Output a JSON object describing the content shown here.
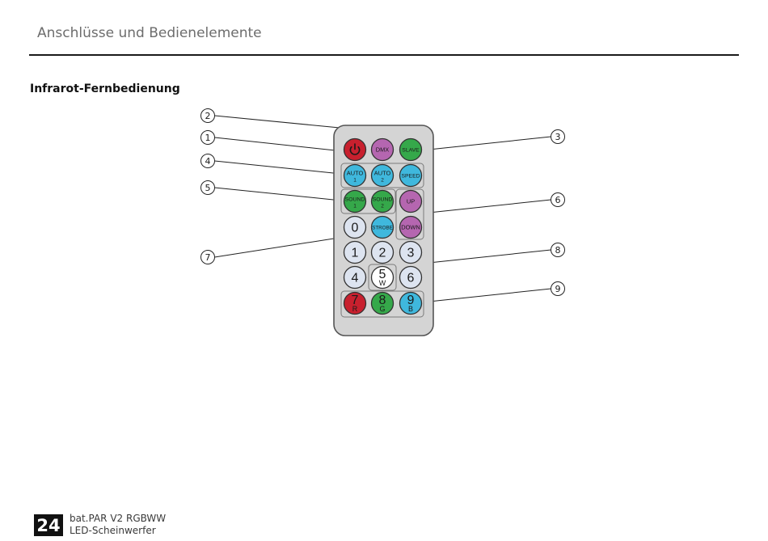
{
  "header": {
    "title": "Anschlüsse und Bedienelemente"
  },
  "section": {
    "title": "Infrarot-Fernbedienung"
  },
  "remote": {
    "buttons": [
      {
        "id": "power",
        "main": "",
        "sub": "",
        "icon": "power-icon",
        "color": "#c8202e"
      },
      {
        "id": "dmx",
        "main": "DMX",
        "sub": "",
        "color": "#b566b0"
      },
      {
        "id": "slave",
        "main": "SLAVE",
        "sub": "",
        "color": "#35a84a"
      },
      {
        "id": "auto1",
        "main": "AUTO",
        "sub": "1",
        "color": "#3fb8dd"
      },
      {
        "id": "auto2",
        "main": "AUTO",
        "sub": "2",
        "color": "#3fb8dd"
      },
      {
        "id": "speed",
        "main": "SPEED",
        "sub": "",
        "color": "#3fb8dd"
      },
      {
        "id": "sound1",
        "main": "SOUND",
        "sub": "1",
        "color": "#35a84a"
      },
      {
        "id": "sound2",
        "main": "SOUND",
        "sub": "2",
        "color": "#35a84a"
      },
      {
        "id": "up",
        "main": "UP",
        "sub": "",
        "color": "#b566b0"
      },
      {
        "id": "zero",
        "main": "0",
        "sub": "",
        "color": "#dde4f0"
      },
      {
        "id": "strobe",
        "main": "STROBE",
        "sub": "",
        "color": "#3fb8dd"
      },
      {
        "id": "down",
        "main": "DOWN",
        "sub": "",
        "color": "#b566b0"
      },
      {
        "id": "one",
        "main": "1",
        "sub": "",
        "color": "#dde4f0"
      },
      {
        "id": "two",
        "main": "2",
        "sub": "",
        "color": "#dde4f0"
      },
      {
        "id": "three",
        "main": "3",
        "sub": "",
        "color": "#dde4f0"
      },
      {
        "id": "four",
        "main": "4",
        "sub": "",
        "color": "#dde4f0"
      },
      {
        "id": "five",
        "main": "5",
        "sub": "W",
        "color": "#ffffff"
      },
      {
        "id": "six",
        "main": "6",
        "sub": "",
        "color": "#dde4f0"
      },
      {
        "id": "seven",
        "main": "7",
        "sub": "R",
        "color": "#c8202e"
      },
      {
        "id": "eight",
        "main": "8",
        "sub": "G",
        "color": "#35a84a"
      },
      {
        "id": "nine",
        "main": "9",
        "sub": "B",
        "color": "#3fb8dd"
      }
    ],
    "body_color": "#d4d4d4"
  },
  "callouts": [
    "1",
    "2",
    "3",
    "4",
    "5",
    "6",
    "7",
    "8",
    "9"
  ],
  "footer": {
    "page_number": "24",
    "product": "bat.PAR V2 RGBWW",
    "type": "LED-Scheinwerfer"
  }
}
